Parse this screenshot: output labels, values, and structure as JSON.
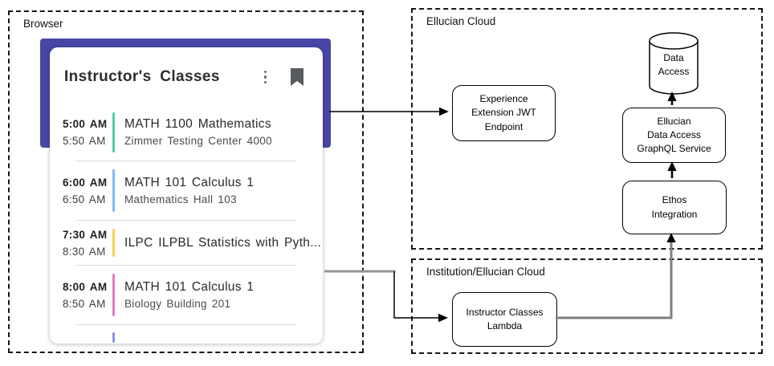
{
  "browser": {
    "label": "Browser",
    "card": {
      "title": "Instructor's Classes",
      "header_color": "#4846a6",
      "entries": [
        {
          "start_time": "5:00 AM",
          "end_time": "5:50 AM",
          "course": "MATH 1100 Mathematics",
          "location": "Zimmer Testing Center 4000",
          "accent_color": "#55cbaa"
        },
        {
          "start_time": "6:00 AM",
          "end_time": "6:50 AM",
          "course": "MATH 101 Calculus 1",
          "location": "Mathematics Hall 103",
          "accent_color": "#80b9f6"
        },
        {
          "start_time": "7:30 AM",
          "end_time": "8:30 AM",
          "course": "ILPC ILPBL Statistics with Pyth...",
          "location": "",
          "accent_color": "#f6d054"
        },
        {
          "start_time": "8:00 AM",
          "end_time": "8:50 AM",
          "course": "MATH 101 Calculus 1",
          "location": "Biology Building 201",
          "accent_color": "#e27ac6"
        }
      ],
      "next_entry_accent_color": "#8d92e8"
    }
  },
  "ellucian_cloud": {
    "label": "Ellucian Cloud",
    "jwt_endpoint": {
      "text": "Experience\nExtension JWT\nEndpoint"
    },
    "data_access_db": {
      "text": "Data\nAccess"
    },
    "graphql_service": {
      "text": "Ellucian\nData Access\nGraphQL Service"
    },
    "ethos_integration": {
      "text": "Ethos\nIntegration"
    }
  },
  "institution_cloud": {
    "label": "Institution/Ellucian Cloud",
    "lambda": {
      "text": "Instructor Classes\nLambda"
    }
  }
}
